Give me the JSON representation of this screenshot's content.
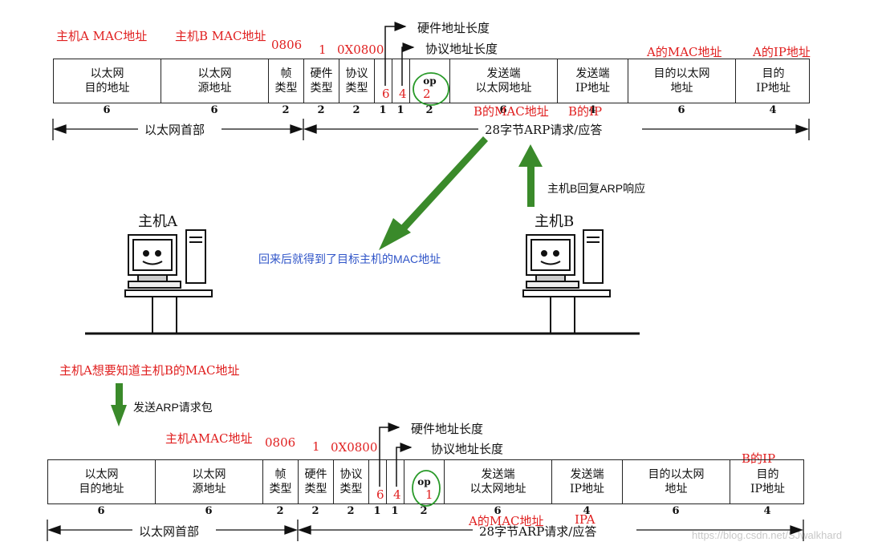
{
  "top": {
    "red": {
      "a_mac": "主机A MAC地址",
      "b_mac": "主机B MAC地址",
      "frame_type": "0806",
      "hw_type": "1",
      "proto_type": "0X0800",
      "hw_len": "6",
      "proto_len": "4",
      "op": "2",
      "sender_mac": "B的MAC地址",
      "sender_ip": "B的IP",
      "target_mac": "A的MAC地址",
      "target_ip": "A的IP地址"
    },
    "hw_len_label": "硬件地址长度",
    "proto_len_label": "协议地址长度",
    "fields": [
      "以太网\n目的地址",
      "以太网\n源地址",
      "帧\n类型",
      "硬件\n类型",
      "协议\n类型",
      "",
      "",
      "op",
      "发送端\n以太网地址",
      "发送端\nIP地址",
      "目的以太网\n地址",
      "目的\nIP地址"
    ],
    "sizes": [
      "6",
      "6",
      "2",
      "2",
      "2",
      "1",
      "1",
      "2",
      "6",
      "4",
      "6",
      "4"
    ],
    "eth_header": "以太网首部",
    "arp_label": "28字节ARP请求/应答"
  },
  "middle": {
    "reply_note": "主机B回复ARP响应",
    "result_note": "回来后就得到了目标主机的MAC地址",
    "host_a": "主机A",
    "host_b": "主机B",
    "request_title": "主机A想要知道主机B的MAC地址",
    "send_note": "发送ARP请求包"
  },
  "bottom": {
    "red": {
      "a_mac": "主机AMAC地址",
      "frame_type": "0806",
      "hw_type": "1",
      "proto_type": "0X0800",
      "hw_len": "6",
      "proto_len": "4",
      "op": "1",
      "sender_mac": "A的MAC地址",
      "sender_ip": "IPA",
      "target_ip": "B的IP"
    },
    "hw_len_label": "硬件地址长度",
    "proto_len_label": "协议地址长度",
    "fields": [
      "以太网\n目的地址",
      "以太网\n源地址",
      "帧\n类型",
      "硬件\n类型",
      "协议\n类型",
      "",
      "",
      "op",
      "发送端\n以太网地址",
      "发送端\nIP地址",
      "目的以太网\n地址",
      "目的\nIP地址"
    ],
    "sizes": [
      "6",
      "6",
      "2",
      "2",
      "2",
      "1",
      "1",
      "2",
      "6",
      "4",
      "6",
      "4"
    ],
    "eth_header": "以太网首部",
    "arp_label": "28字节ARP请求/应答"
  },
  "watermark": "https://blog.csdn.net/SJwalkhard",
  "colors": {
    "annotation": "#e02020",
    "arrow": "#3a8a2a",
    "note_blue": "#2f54c8"
  }
}
